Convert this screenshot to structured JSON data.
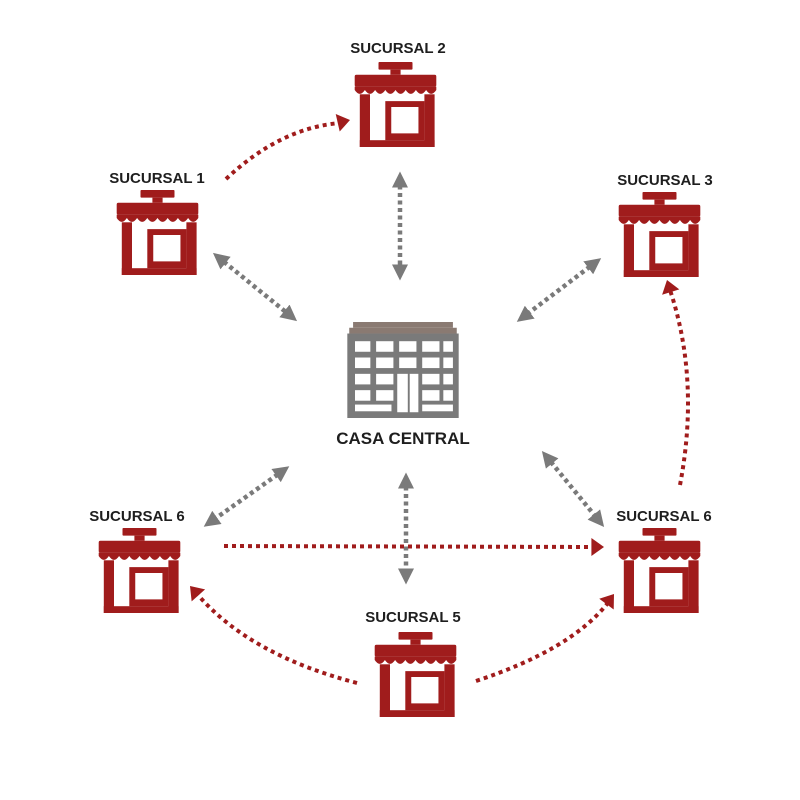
{
  "colors": {
    "branch": "#a01c1c",
    "hub": "#7a7a7a",
    "hub_roof": "#8a7a72",
    "text": "#1e1e1e",
    "background": "#ffffff"
  },
  "hub": {
    "id": "casa-central",
    "label": "CASA CENTRAL",
    "icon": "office-building-icon"
  },
  "branches": [
    {
      "id": "sucursal-1",
      "label": "SUCURSAL 1",
      "icon": "storefront-icon"
    },
    {
      "id": "sucursal-2",
      "label": "SUCURSAL 2",
      "icon": "storefront-icon"
    },
    {
      "id": "sucursal-3",
      "label": "SUCURSAL 3",
      "icon": "storefront-icon"
    },
    {
      "id": "sucursal-6-left",
      "label": "SUCURSAL 6",
      "icon": "storefront-icon"
    },
    {
      "id": "sucursal-6-right",
      "label": "SUCURSAL 6",
      "icon": "storefront-icon"
    },
    {
      "id": "sucursal-5",
      "label": "SUCURSAL 5",
      "icon": "storefront-icon"
    }
  ],
  "links": [
    {
      "from": "sucursal-1",
      "to": "casa-central",
      "style": "hub",
      "direction": "both"
    },
    {
      "from": "sucursal-2",
      "to": "casa-central",
      "style": "hub",
      "direction": "both"
    },
    {
      "from": "sucursal-3",
      "to": "casa-central",
      "style": "hub",
      "direction": "both"
    },
    {
      "from": "sucursal-6-left",
      "to": "casa-central",
      "style": "hub",
      "direction": "both"
    },
    {
      "from": "sucursal-6-right",
      "to": "casa-central",
      "style": "hub",
      "direction": "both"
    },
    {
      "from": "sucursal-5",
      "to": "casa-central",
      "style": "hub",
      "direction": "both"
    },
    {
      "from": "sucursal-1",
      "to": "sucursal-2",
      "style": "branch",
      "direction": "forward"
    },
    {
      "from": "sucursal-6-right",
      "to": "sucursal-3",
      "style": "branch",
      "direction": "forward"
    },
    {
      "from": "sucursal-6-left",
      "to": "sucursal-6-right",
      "style": "branch",
      "direction": "forward"
    },
    {
      "from": "sucursal-5",
      "to": "sucursal-6-left",
      "style": "branch",
      "direction": "forward"
    },
    {
      "from": "sucursal-5",
      "to": "sucursal-6-right",
      "style": "branch",
      "direction": "forward"
    }
  ]
}
